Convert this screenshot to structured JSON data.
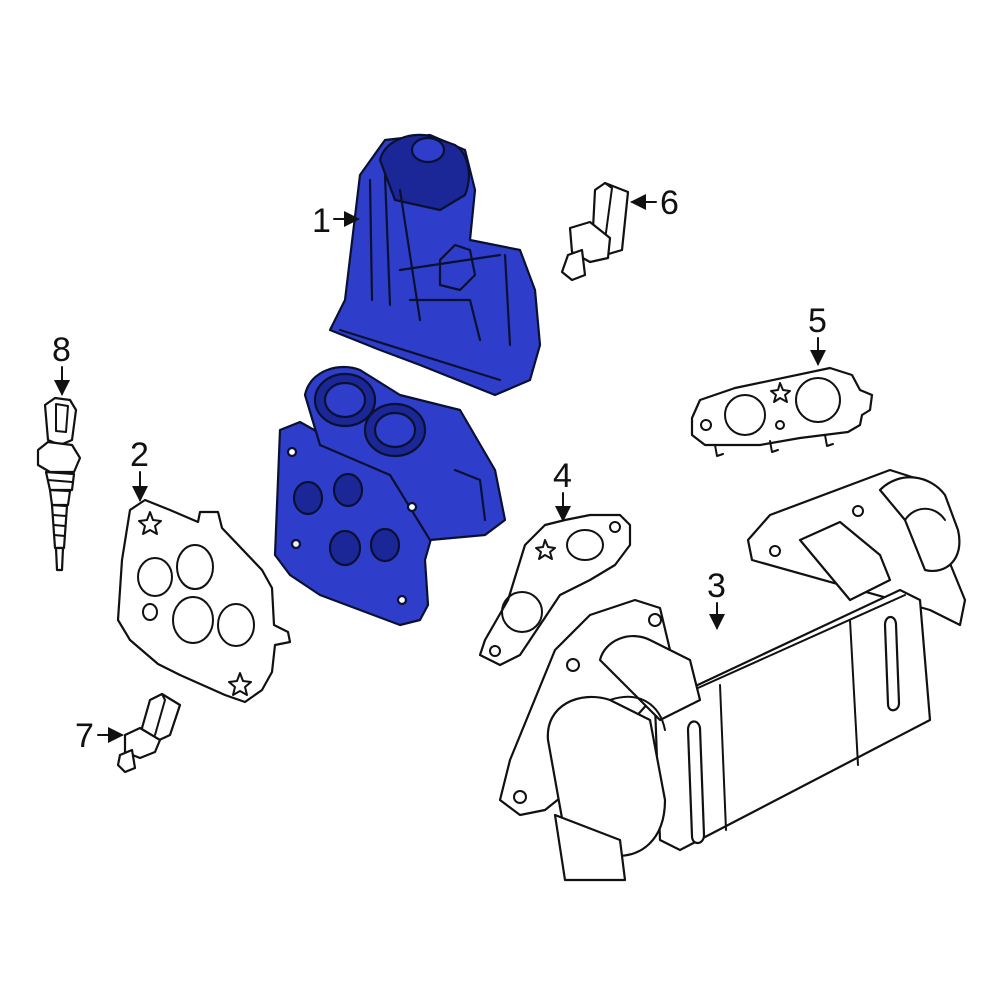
{
  "diagram": {
    "highlight_color": "#2e3ecb",
    "highlight_dark": "#1b2796",
    "callouts": [
      {
        "id": "1",
        "label": "1"
      },
      {
        "id": "2",
        "label": "2"
      },
      {
        "id": "3",
        "label": "3"
      },
      {
        "id": "4",
        "label": "4"
      },
      {
        "id": "5",
        "label": "5"
      },
      {
        "id": "6",
        "label": "6"
      },
      {
        "id": "7",
        "label": "7"
      },
      {
        "id": "8",
        "label": "8"
      }
    ]
  }
}
